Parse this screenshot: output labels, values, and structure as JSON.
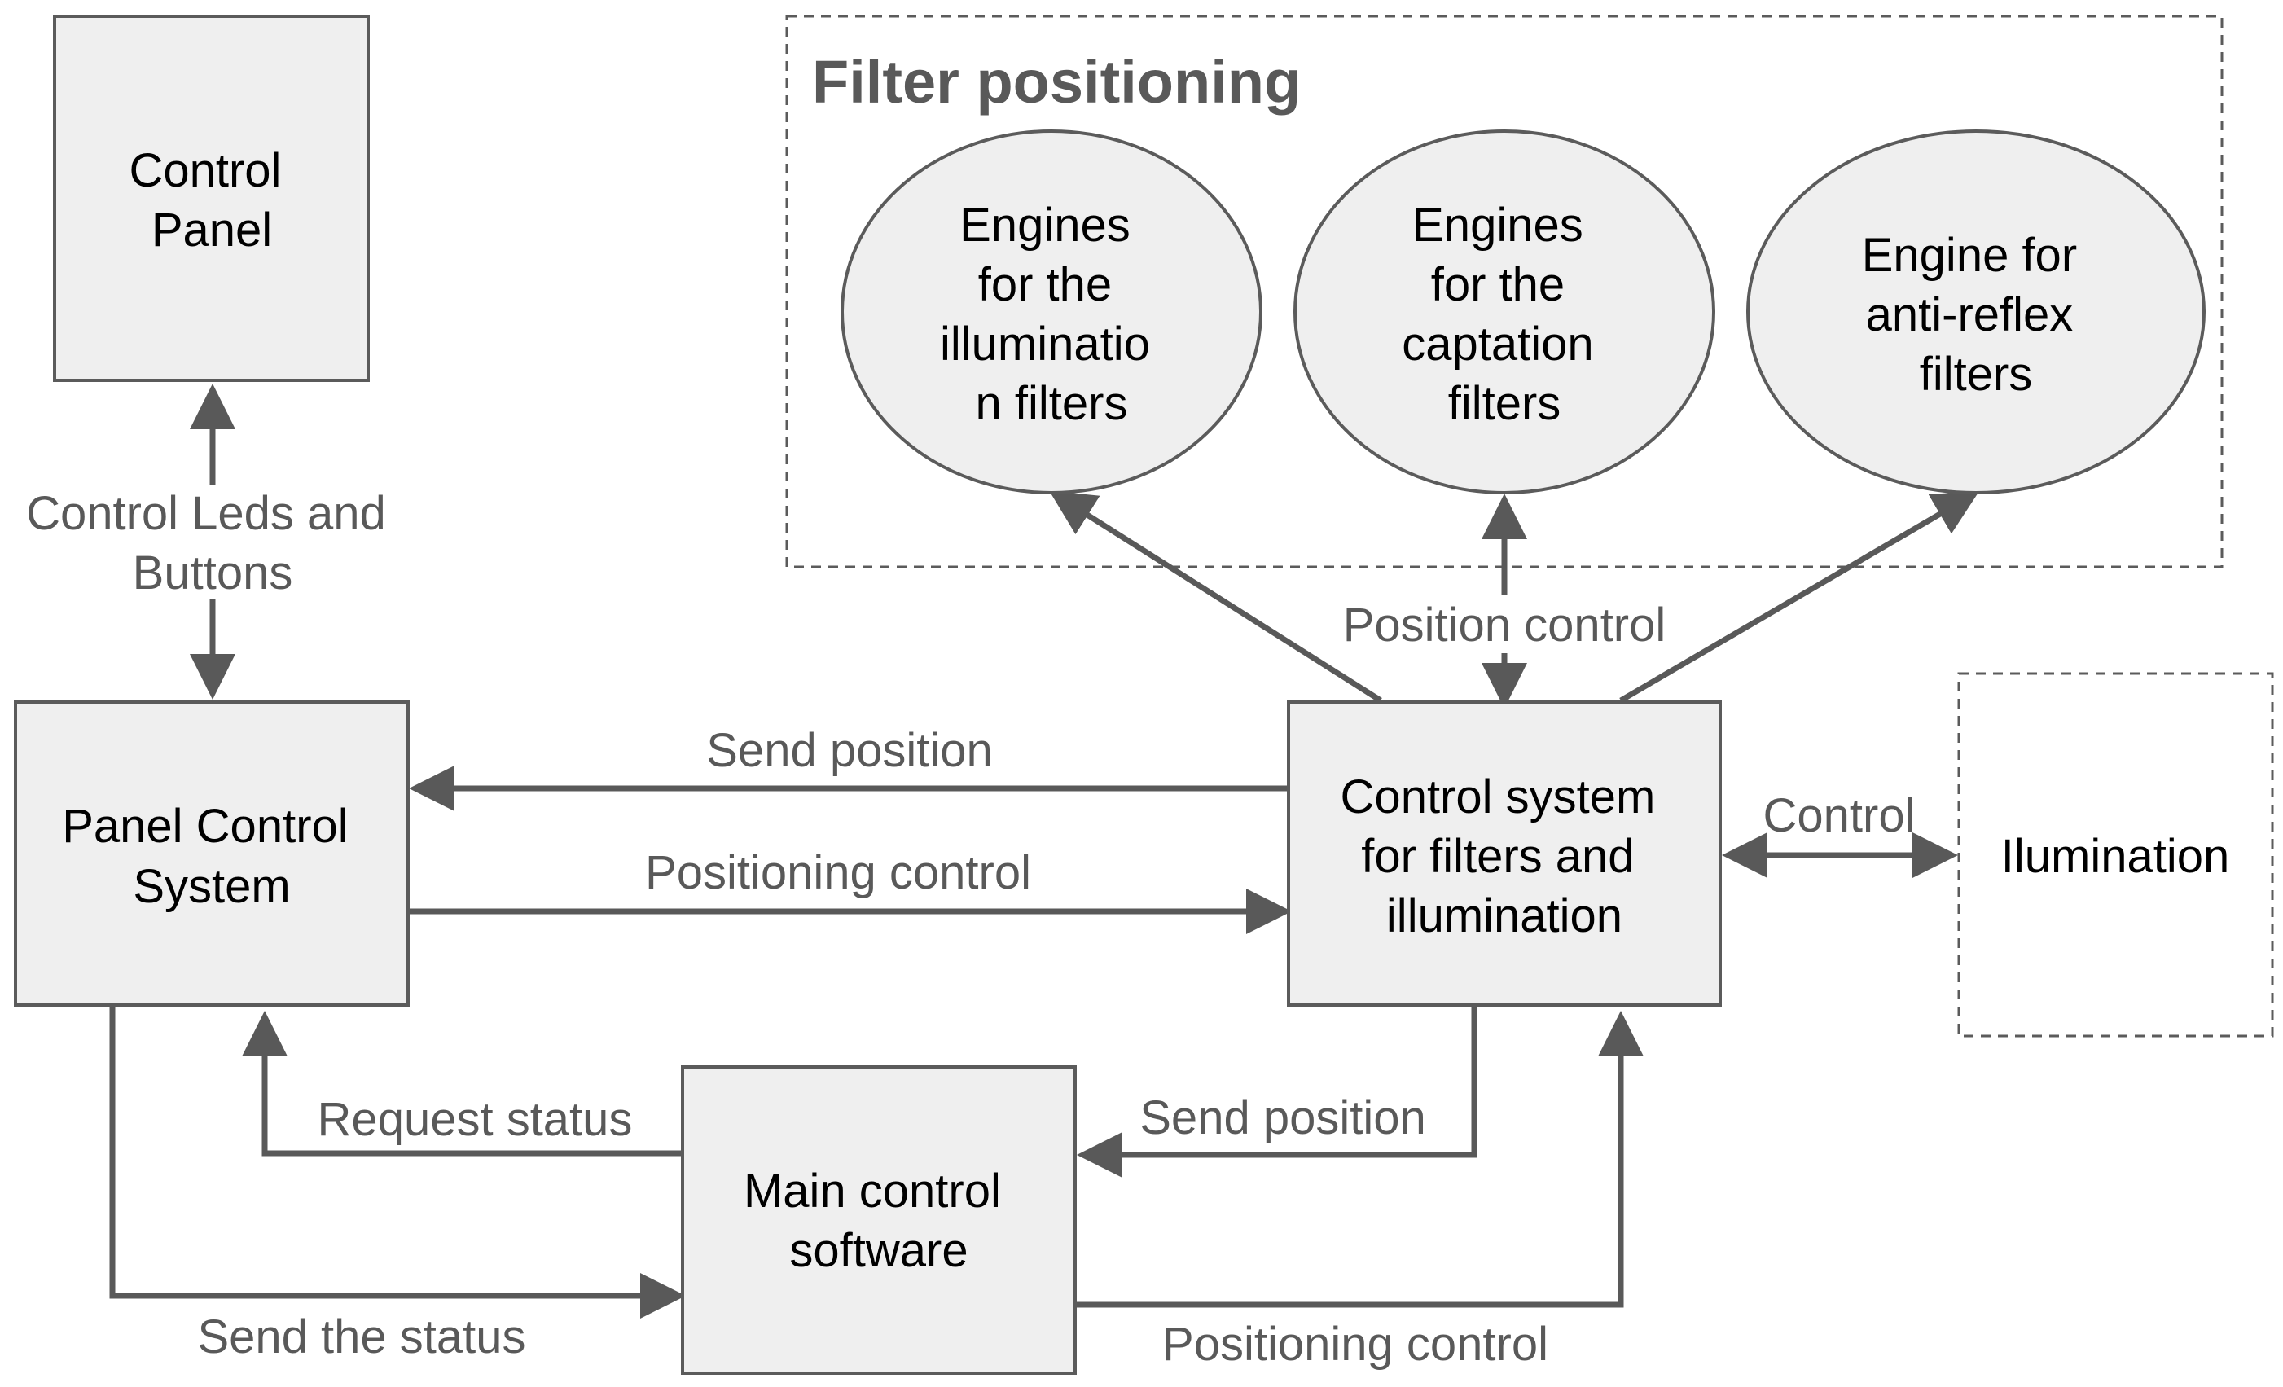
{
  "diagram": {
    "group_title": "Filter positioning",
    "nodes": {
      "control_panel": [
        "Control",
        "Panel"
      ],
      "panel_control_system": [
        "Panel Control",
        "System"
      ],
      "engines_illumination": [
        "Engines",
        "for the",
        "illuminatio",
        "n filters"
      ],
      "engines_captation": [
        "Engines",
        "for the",
        "captation",
        "filters"
      ],
      "engine_antireflex": [
        "Engine for",
        "anti-reflex",
        "filters"
      ],
      "control_system": [
        "Control system",
        "for filters and",
        "illumination"
      ],
      "illumination": [
        "Ilumination"
      ],
      "main_control_software": [
        "Main control",
        "software"
      ]
    },
    "edges": {
      "control_leds_buttons": [
        "Control Leds and",
        "Buttons"
      ],
      "position_control": "Position control",
      "send_position_top": "Send position",
      "positioning_control_top": "Positioning control",
      "control": "Control",
      "request_status": "Request status",
      "send_position_bottom": "Send position",
      "send_the_status": "Send the status",
      "positioning_control_bottom": "Positioning control"
    }
  }
}
